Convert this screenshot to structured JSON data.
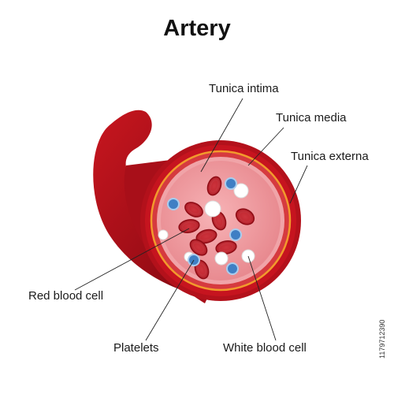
{
  "title": "Artery",
  "labels": {
    "tunica_intima": "Tunica intima",
    "tunica_media": "Tunica media",
    "tunica_externa": "Tunica externa",
    "red_blood_cell": "Red blood cell",
    "platelets": "Platelets",
    "white_blood_cell": "White blood cell"
  },
  "stock_id": "1179712390",
  "colors": {
    "externa": "#b3111b",
    "media_ring": "#f29a2c",
    "lumen": "#ef8f95",
    "rbc": "#b51522",
    "platelet": "#3f7fc4",
    "wbc": "#ffffff"
  }
}
